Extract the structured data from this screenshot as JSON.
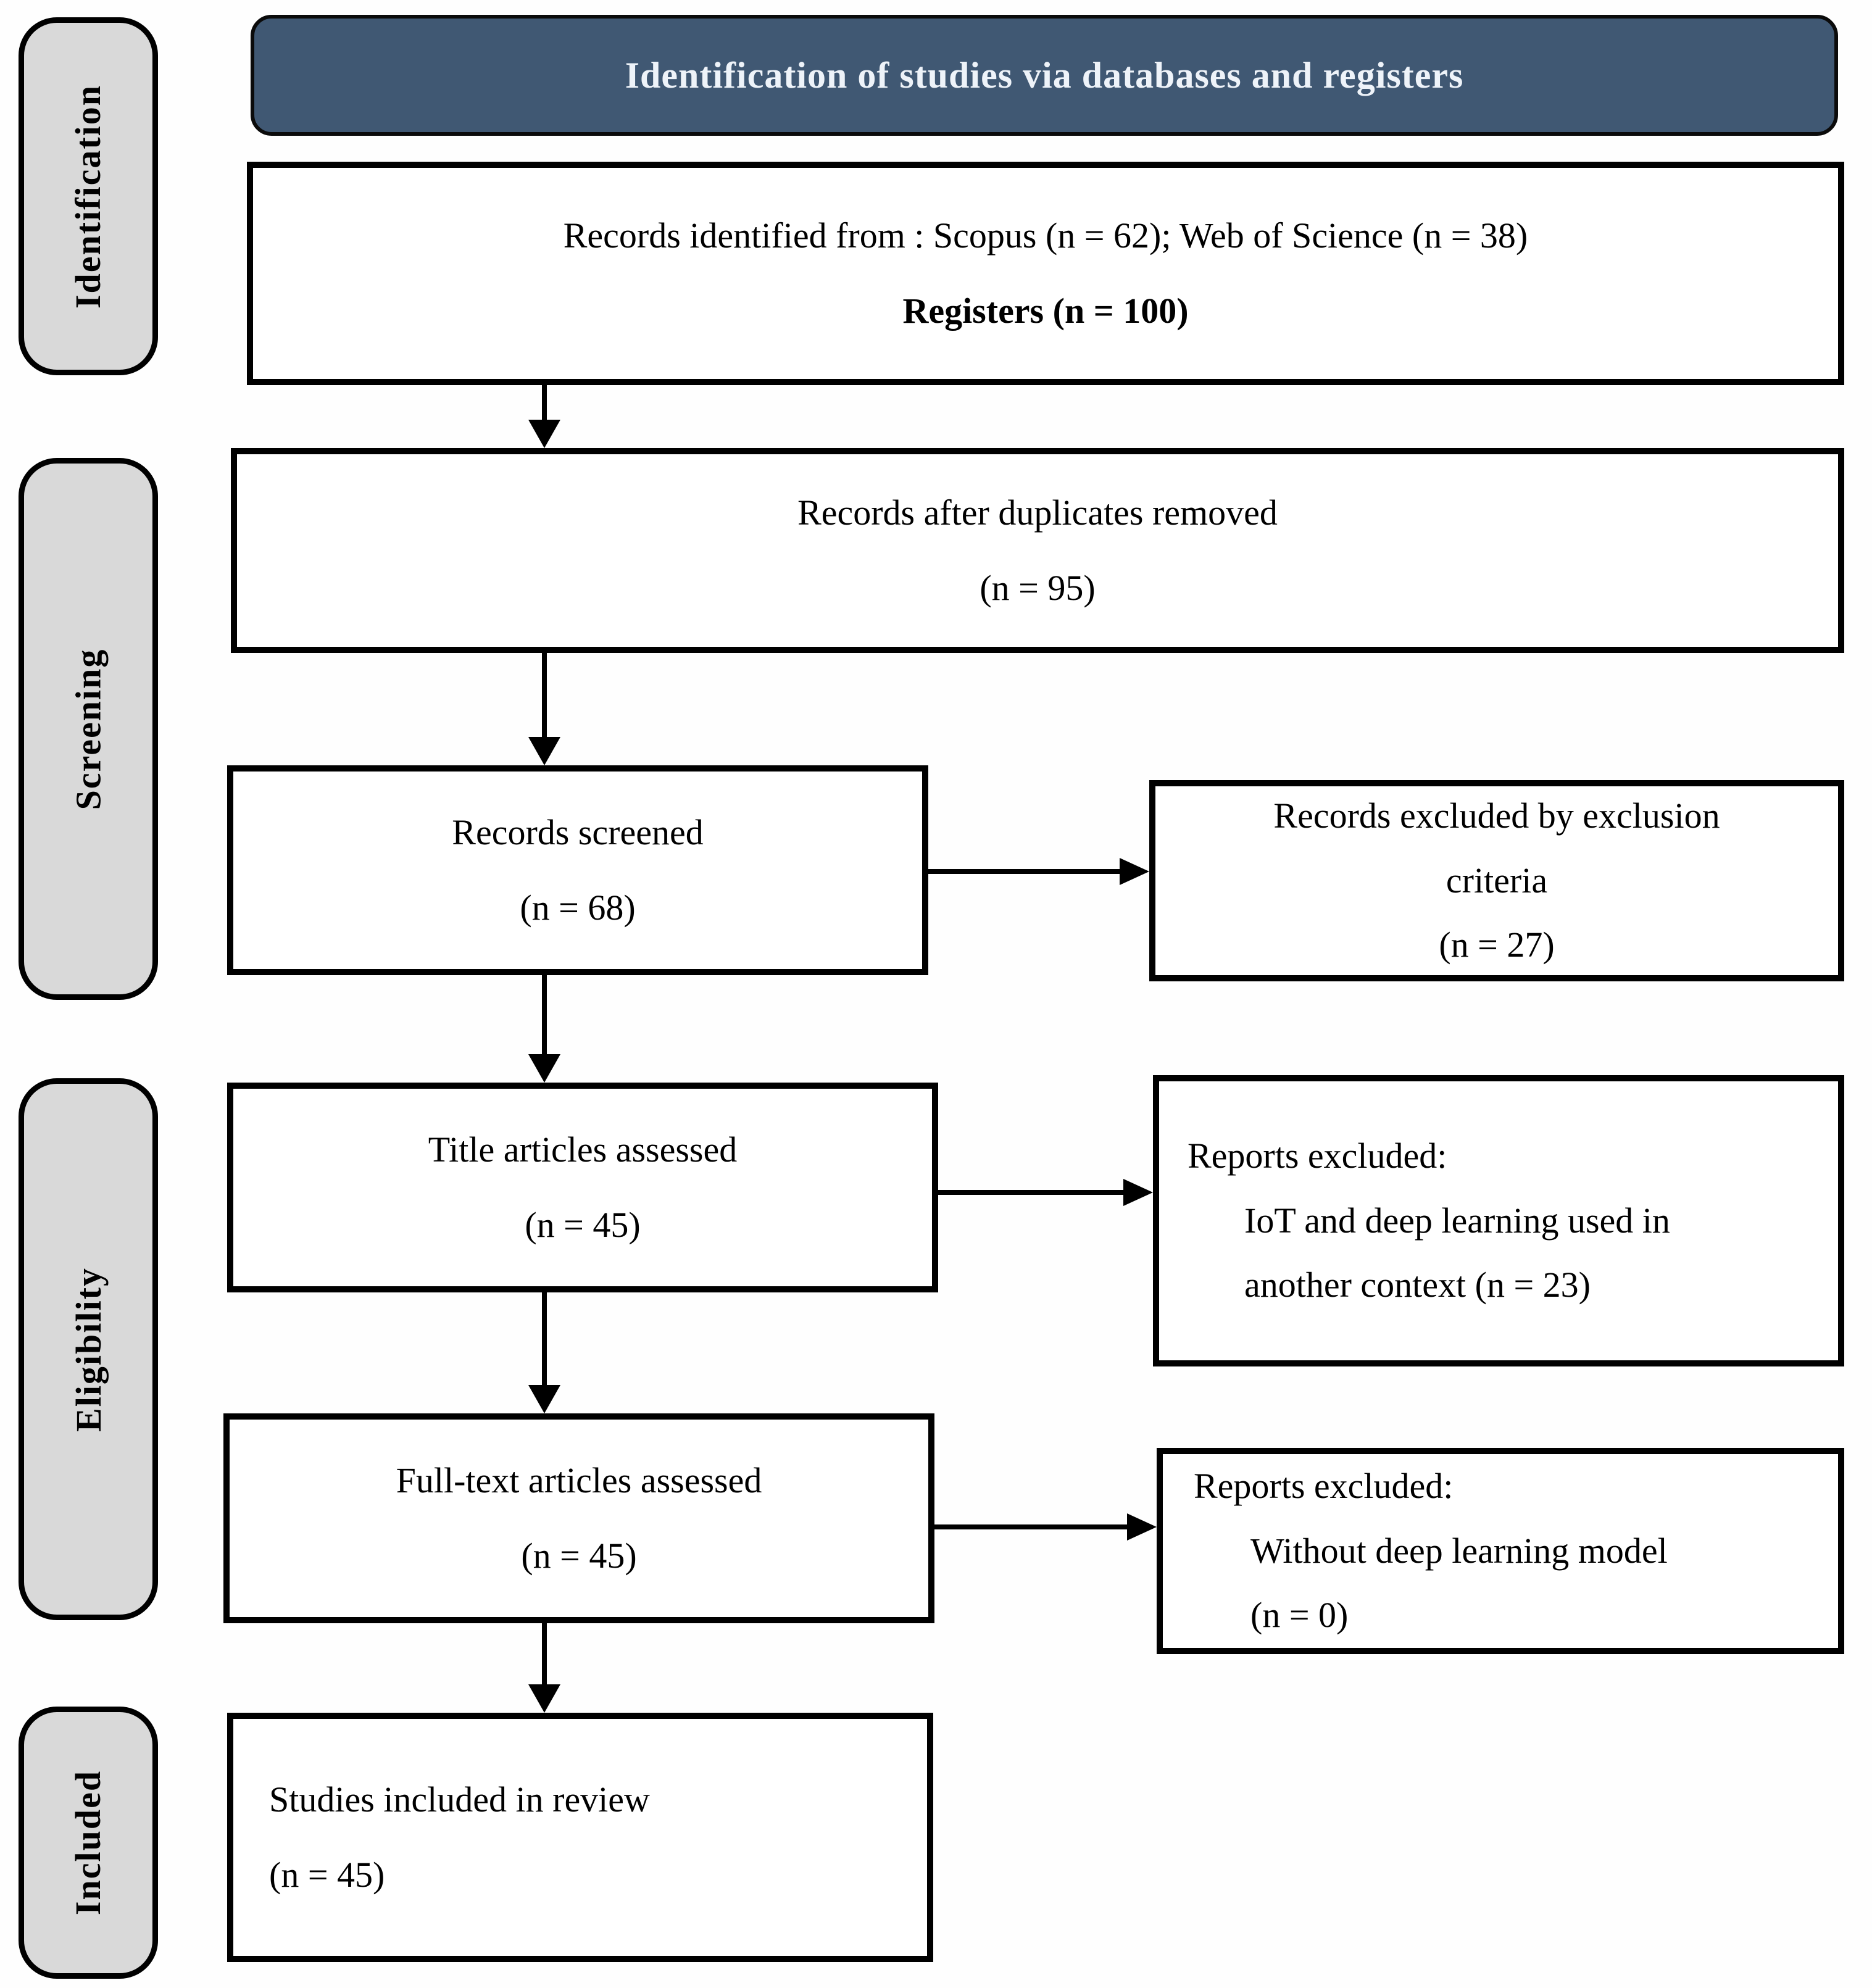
{
  "header": {
    "title": "Identification of studies via databases and registers"
  },
  "sidebar": {
    "labels": [
      "Identification",
      "Screening",
      "Eligibility",
      "Included"
    ]
  },
  "boxes": {
    "records_identified": {
      "line1": "Records identified from : Scopus (n = 62); Web of Science (n = 38)",
      "line2": "Registers (n = 100)"
    },
    "duplicates_removed": {
      "line1": "Records after duplicates removed",
      "line2": "(n = 95)"
    },
    "records_screened": {
      "line1": "Records screened",
      "line2": "(n = 68)"
    },
    "records_excluded": {
      "line1": "Records excluded by exclusion",
      "line2": "criteria",
      "line3": "(n = 27)"
    },
    "title_assessed": {
      "line1": "Title articles assessed",
      "line2": "(n = 45)"
    },
    "reports_excluded_context": {
      "line1": "Reports excluded:",
      "line2": "IoT and deep learning used in",
      "line3": "another context (n = 23)"
    },
    "fulltext_assessed": {
      "line1": "Full-text articles assessed",
      "line2": "(n = 45)"
    },
    "reports_excluded_model": {
      "line1": "Reports excluded:",
      "line2": "Without deep learning model",
      "line3": "(n = 0)"
    },
    "studies_included": {
      "line1": "Studies included in review",
      "line2": "(n = 45)"
    }
  },
  "colors": {
    "header_bg": "#405873",
    "header_text": "#eef3f9",
    "sidebar_bg": "#d9d9d9",
    "box_bg": "#ffffff",
    "border": "#000000"
  }
}
